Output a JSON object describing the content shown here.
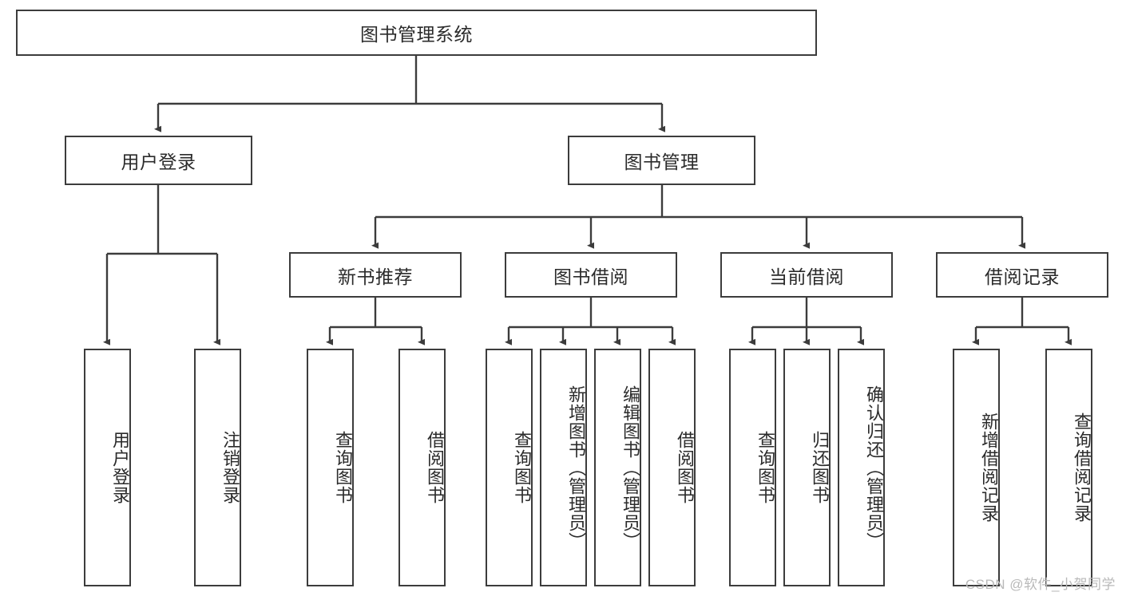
{
  "diagram": {
    "type": "hierarchy-tree",
    "title": "图书管理系统",
    "watermark": "CSDN @软件_小贺同学",
    "colors": {
      "border": "#3c3c3c",
      "background": "#ffffff",
      "text": "#2b2b2b",
      "watermark": "#b9b9b9"
    },
    "nodes": {
      "root": {
        "label": "图书管理系统"
      },
      "level2": [
        {
          "id": "user-login",
          "label": "用户登录"
        },
        {
          "id": "book-manage",
          "label": "图书管理"
        }
      ],
      "level3": [
        {
          "id": "new-book-recommend",
          "label": "新书推荐"
        },
        {
          "id": "book-borrow",
          "label": "图书借阅"
        },
        {
          "id": "current-borrow",
          "label": "当前借阅"
        },
        {
          "id": "borrow-record",
          "label": "借阅记录"
        }
      ],
      "leaves": {
        "user-login": [
          {
            "id": "leaf-user-login",
            "label": "用户登录"
          },
          {
            "id": "leaf-logout-login",
            "label": "注销登录"
          }
        ],
        "new-book-recommend": [
          {
            "id": "leaf-query-book-1",
            "label": "查询图书"
          },
          {
            "id": "leaf-borrow-book-1",
            "label": "借阅图书"
          }
        ],
        "book-borrow": [
          {
            "id": "leaf-query-book-2",
            "label": "查询图书"
          },
          {
            "id": "leaf-add-book",
            "label": "新增图书（管理员）"
          },
          {
            "id": "leaf-edit-book",
            "label": "编辑图书（管理员）"
          },
          {
            "id": "leaf-borrow-book-2",
            "label": "借阅图书"
          }
        ],
        "current-borrow": [
          {
            "id": "leaf-query-book-3",
            "label": "查询图书"
          },
          {
            "id": "leaf-return-book",
            "label": "归还图书"
          },
          {
            "id": "leaf-confirm-return",
            "label": "确认归还（管理员）"
          }
        ],
        "borrow-record": [
          {
            "id": "leaf-add-record",
            "label": "新增借阅记录"
          },
          {
            "id": "leaf-query-record",
            "label": "查询借阅记录"
          }
        ]
      }
    }
  }
}
